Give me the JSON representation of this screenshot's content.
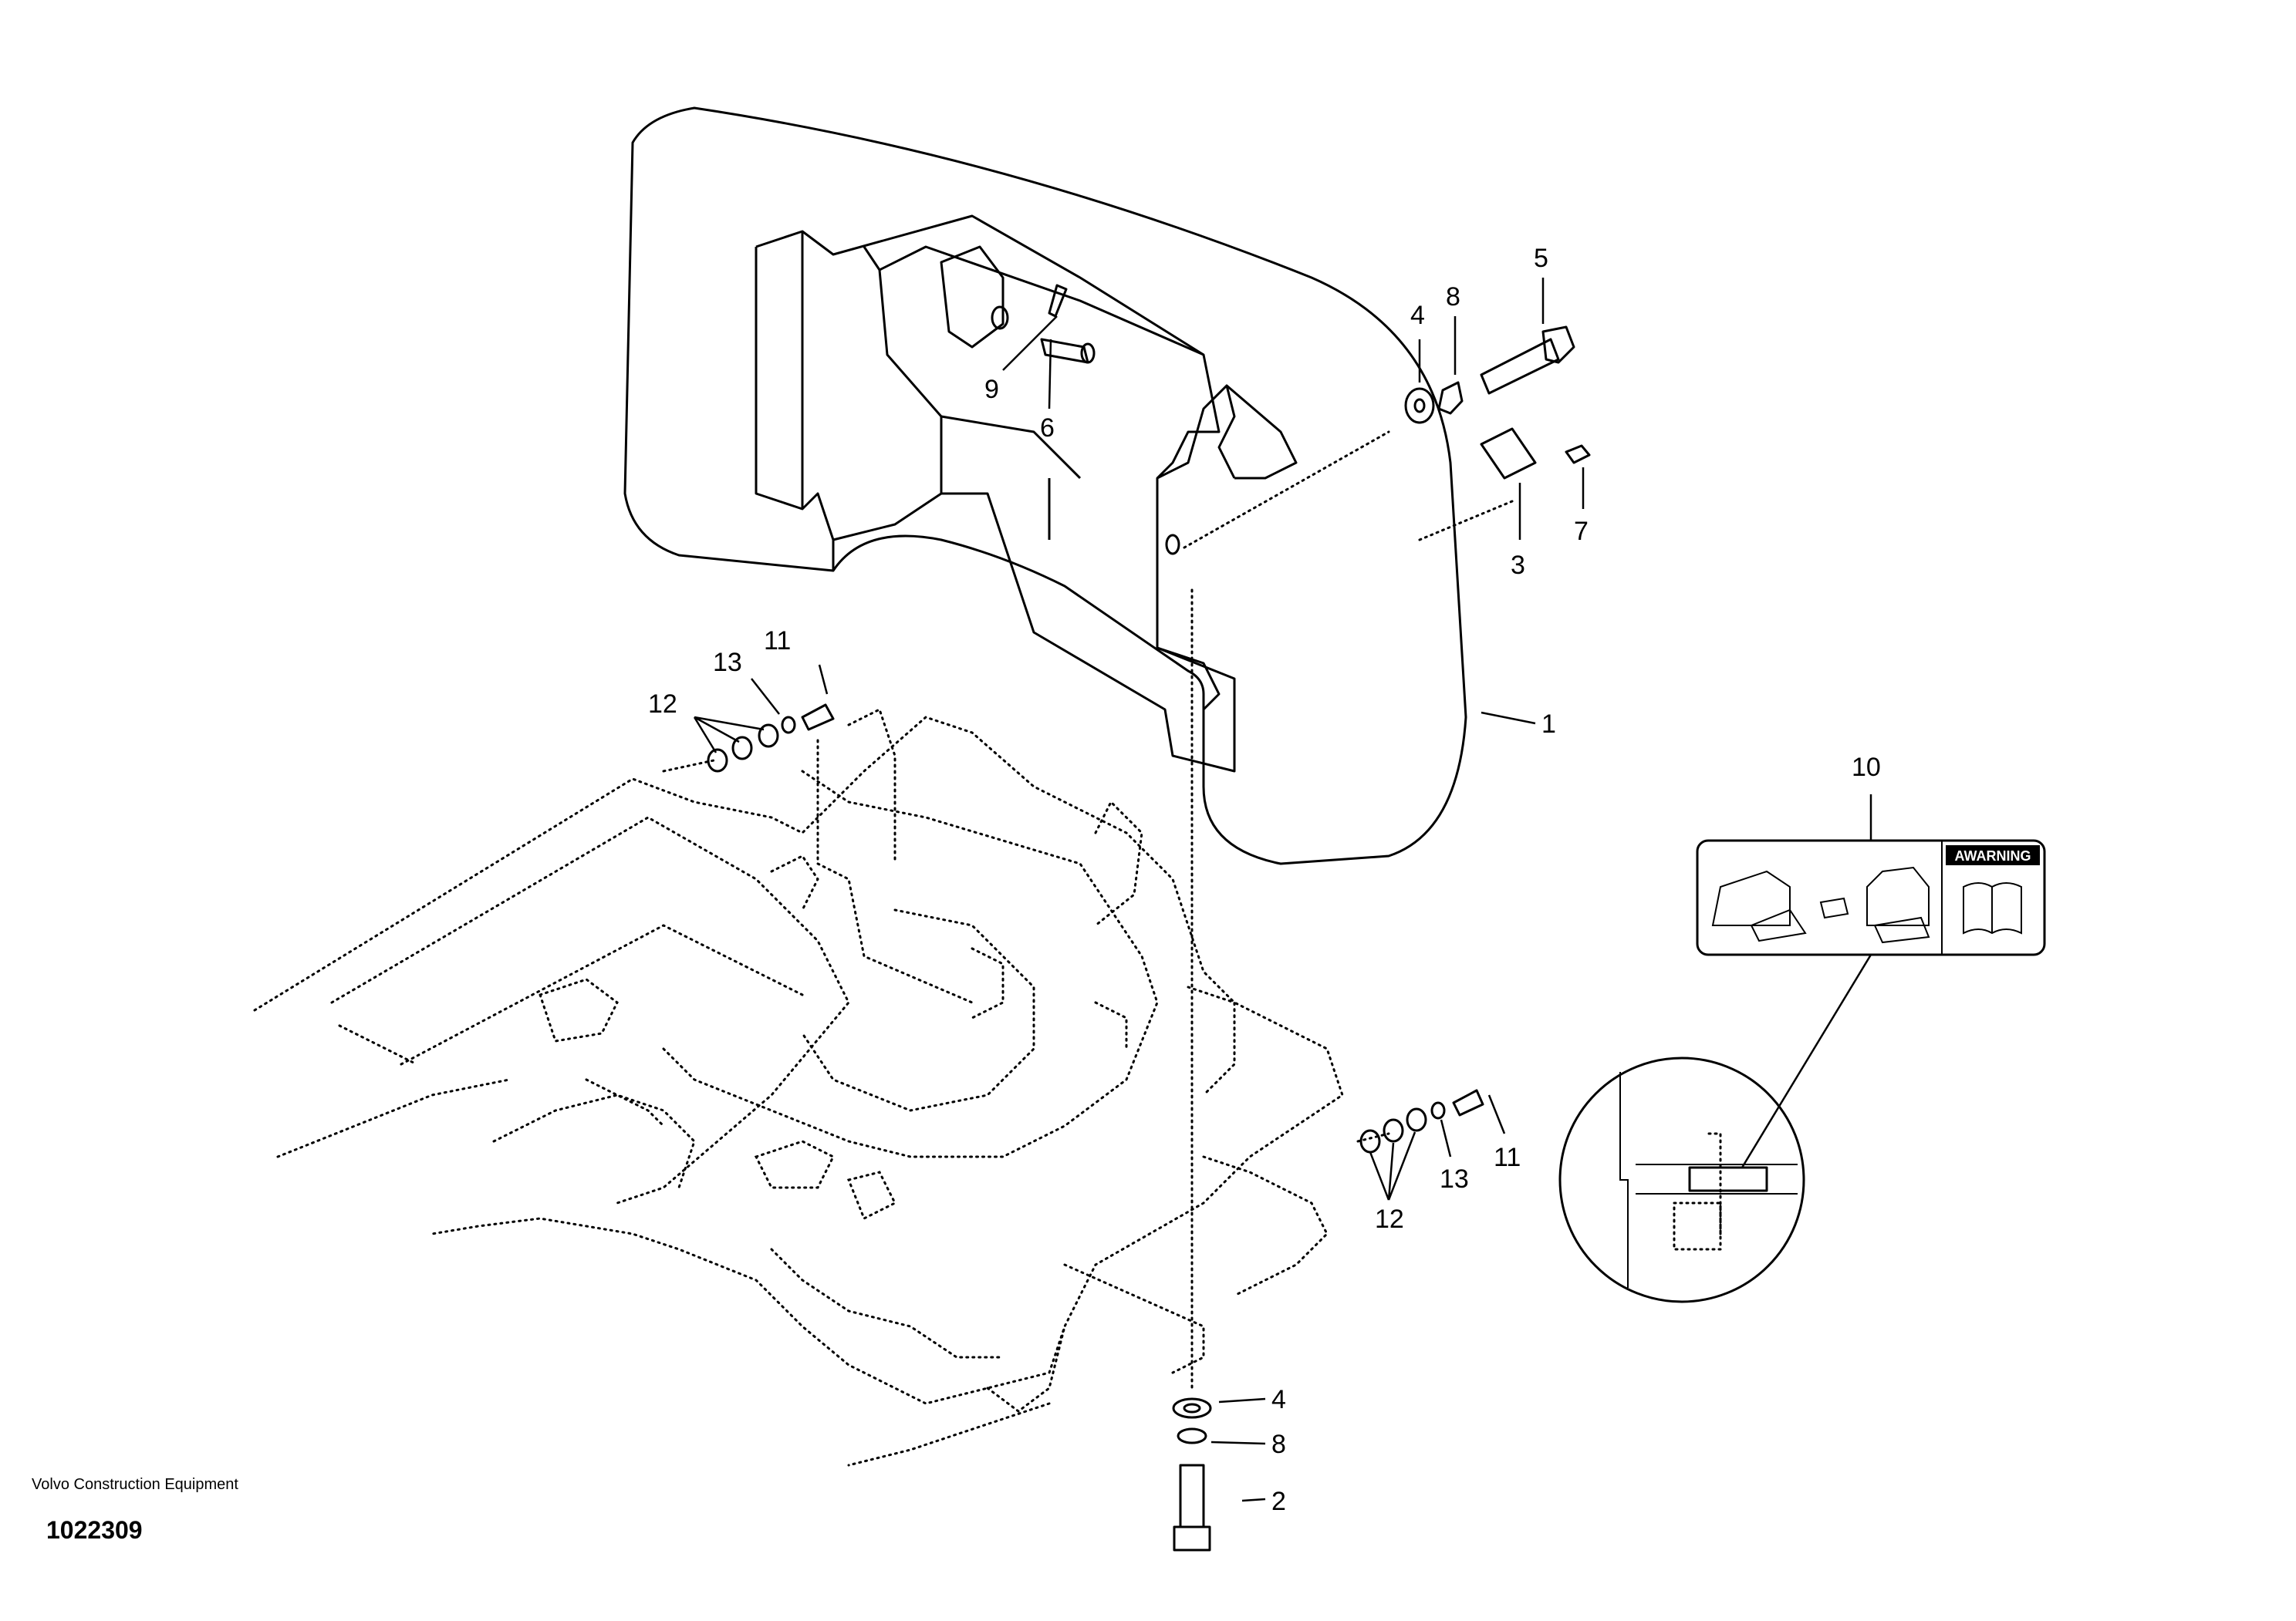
{
  "figure": {
    "company": "Volvo Construction Equipment",
    "drawing_number": "1022309"
  },
  "callouts": {
    "c1": "1",
    "c2": "2",
    "c3": "3",
    "c4_top": "4",
    "c4_bottom": "4",
    "c5": "5",
    "c6": "6",
    "c7": "7",
    "c8_top": "8",
    "c8_bottom": "8",
    "c9": "9",
    "c10": "10",
    "c11_left": "11",
    "c11_right": "11",
    "c12_left": "12",
    "c12_right": "12",
    "c13_left": "13",
    "c13_right": "13"
  },
  "decal": {
    "warning_text": "AWARNING"
  }
}
